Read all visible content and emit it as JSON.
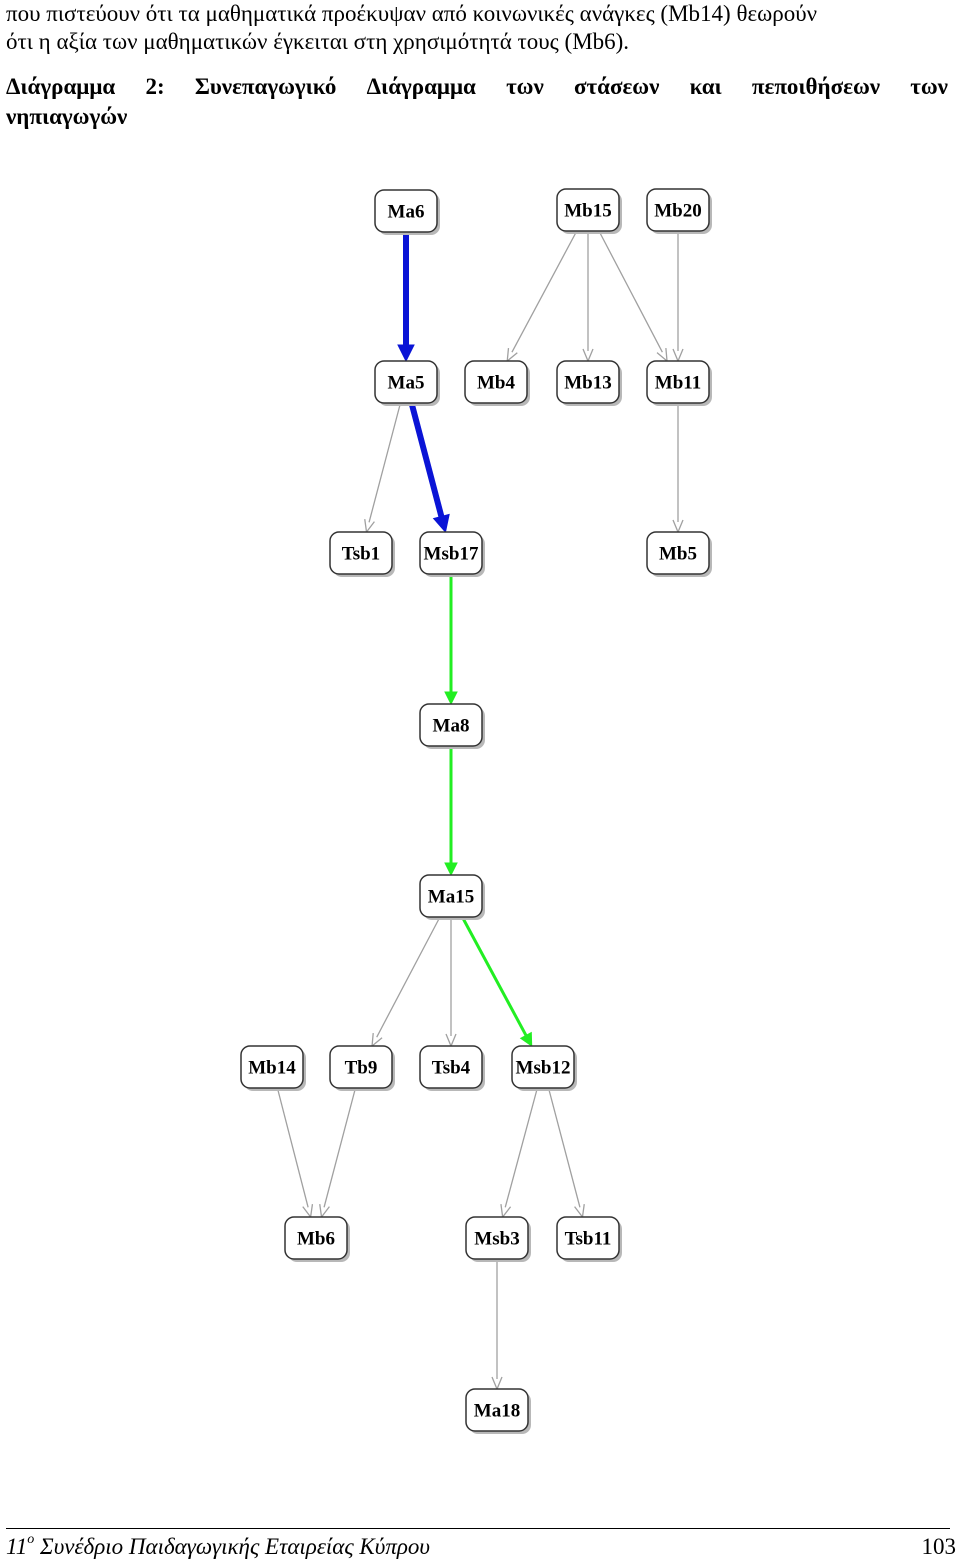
{
  "paragraph": {
    "line1": "που πιστεύουν ότι τα μαθηματικά προέκυψαν από κοινωνικές ανάγκες (Mb14) θεωρούν",
    "line2": "ότι η αξία των μαθηματικών έγκειται στη χρησιμότητά τους (Mb6)."
  },
  "caption": {
    "words": [
      "Διάγραμμα",
      "2:",
      "Συνεπαγωγικό",
      "Διάγραμμα",
      "των",
      "στάσεων",
      "και",
      "πεποιθήσεων",
      "των"
    ],
    "line2": "νηπιαγωγών"
  },
  "diagram": {
    "colors": {
      "normal": "#a0a0a0",
      "blue": "#0a14d6",
      "green": "#22ee22"
    },
    "nodes": [
      {
        "id": "Ma6",
        "label": "Ma6"
      },
      {
        "id": "Mb15",
        "label": "Mb15"
      },
      {
        "id": "Mb20",
        "label": "Mb20"
      },
      {
        "id": "Ma5",
        "label": "Ma5"
      },
      {
        "id": "Mb4",
        "label": "Mb4"
      },
      {
        "id": "Mb13",
        "label": "Mb13"
      },
      {
        "id": "Mb11",
        "label": "Mb11"
      },
      {
        "id": "Tsb1",
        "label": "Tsb1"
      },
      {
        "id": "Msb17",
        "label": "Msb17"
      },
      {
        "id": "Mb5",
        "label": "Mb5"
      },
      {
        "id": "Ma8",
        "label": "Ma8"
      },
      {
        "id": "Ma15",
        "label": "Ma15"
      },
      {
        "id": "Mb14",
        "label": "Mb14"
      },
      {
        "id": "Tb9",
        "label": "Tb9"
      },
      {
        "id": "Tsb4",
        "label": "Tsb4"
      },
      {
        "id": "Msb12",
        "label": "Msb12"
      },
      {
        "id": "Mb6",
        "label": "Mb6"
      },
      {
        "id": "Msb3",
        "label": "Msb3"
      },
      {
        "id": "Tsb11",
        "label": "Tsb11"
      },
      {
        "id": "Ma18",
        "label": "Ma18"
      }
    ],
    "edges": [
      {
        "from": "Ma6",
        "to": "Ma5",
        "style": "blue"
      },
      {
        "from": "Mb15",
        "to": "Mb4",
        "style": "normal"
      },
      {
        "from": "Mb15",
        "to": "Mb13",
        "style": "normal"
      },
      {
        "from": "Mb15",
        "to": "Mb11",
        "style": "normal"
      },
      {
        "from": "Mb20",
        "to": "Mb11",
        "style": "normal"
      },
      {
        "from": "Ma5",
        "to": "Tsb1",
        "style": "normal"
      },
      {
        "from": "Ma5",
        "to": "Msb17",
        "style": "blue"
      },
      {
        "from": "Mb11",
        "to": "Mb5",
        "style": "normal"
      },
      {
        "from": "Msb17",
        "to": "Ma8",
        "style": "green"
      },
      {
        "from": "Ma8",
        "to": "Ma15",
        "style": "green"
      },
      {
        "from": "Ma15",
        "to": "Tb9",
        "style": "normal"
      },
      {
        "from": "Ma15",
        "to": "Tsb4",
        "style": "normal"
      },
      {
        "from": "Ma15",
        "to": "Msb12",
        "style": "green"
      },
      {
        "from": "Mb14",
        "to": "Mb6",
        "style": "normal"
      },
      {
        "from": "Tb9",
        "to": "Mb6",
        "style": "normal"
      },
      {
        "from": "Msb12",
        "to": "Msb3",
        "style": "normal"
      },
      {
        "from": "Msb12",
        "to": "Tsb11",
        "style": "normal"
      },
      {
        "from": "Msb3",
        "to": "Ma18",
        "style": "normal"
      }
    ]
  },
  "footer": {
    "conference_prefix": "11",
    "conference_sup": "ο",
    "conference_rest": " Συνέδριο Παιδαγωγικής Εταιρείας Κύπρου",
    "page_number": "103"
  }
}
